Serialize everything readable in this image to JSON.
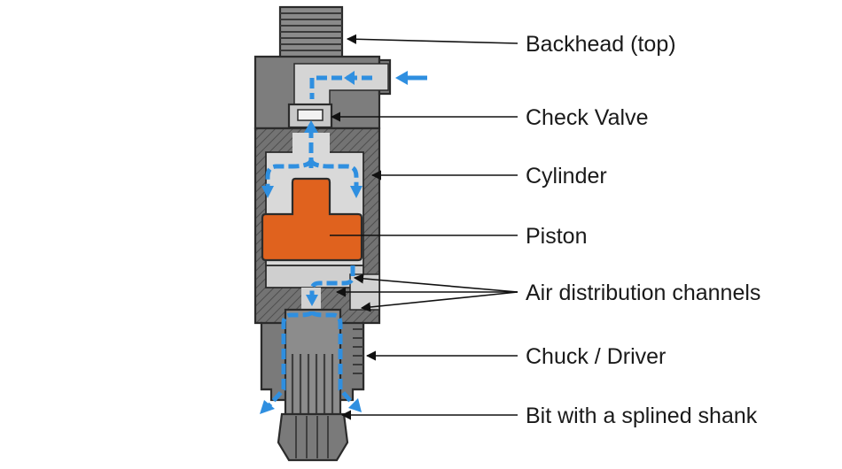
{
  "colors": {
    "body": "#7a7a7a",
    "body_dark": "#5e5e5e",
    "cavity": "#d7d7d7",
    "piston": "#e0621e",
    "airflow": "#2f8fe0",
    "outline": "#2b2b2b",
    "text": "#1a1a1a"
  },
  "labels": {
    "backhead": "Backhead (top)",
    "check_valve": "Check Valve",
    "cylinder": "Cylinder",
    "piston": "Piston",
    "air_channels": "Air distribution channels",
    "chuck": "Chuck / Driver",
    "bit": "Bit with a splined shank"
  }
}
